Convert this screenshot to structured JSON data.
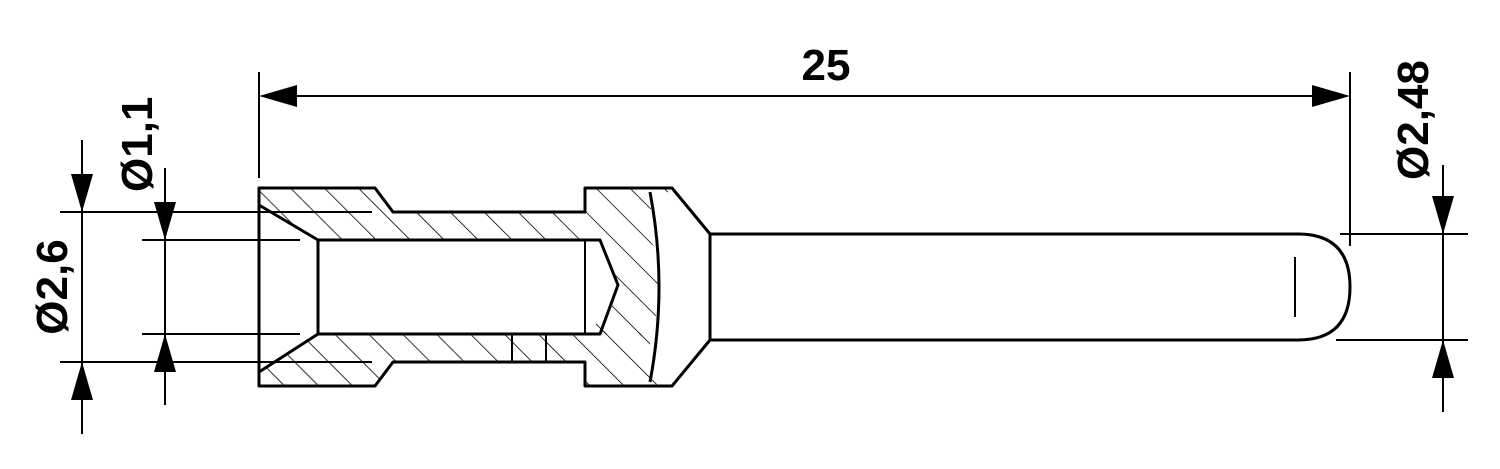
{
  "dimensions": {
    "length": "25",
    "pin_diameter": "Ø2,48",
    "sleeve_diameter": "Ø2,6",
    "bore_diameter": "Ø1,1"
  }
}
